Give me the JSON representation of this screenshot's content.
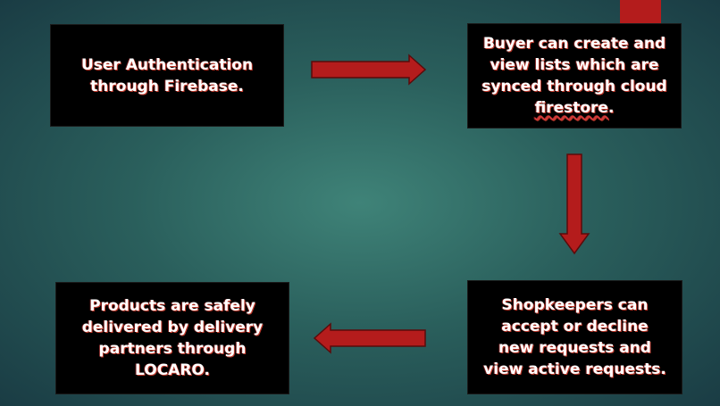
{
  "colors": {
    "box_fill": "#000000",
    "arrow_fill": "#b41c1c",
    "text": "#ffffff",
    "text_shadow": "#c0392b"
  },
  "boxes": {
    "auth": {
      "lines": [
        "User Authentication",
        "through Firebase."
      ]
    },
    "lists": {
      "lines": [
        "Buyer can create and",
        "view lists which are",
        "synced through cloud"
      ],
      "underlined": "firestore",
      "tail": "."
    },
    "shopkeepers": {
      "lines": [
        "Shopkeepers can",
        "accept or decline",
        "new requests and",
        "view active requests."
      ]
    },
    "delivery": {
      "lines": [
        "Products are safely",
        "delivered by delivery",
        "partners through",
        "LOCARO."
      ]
    }
  }
}
